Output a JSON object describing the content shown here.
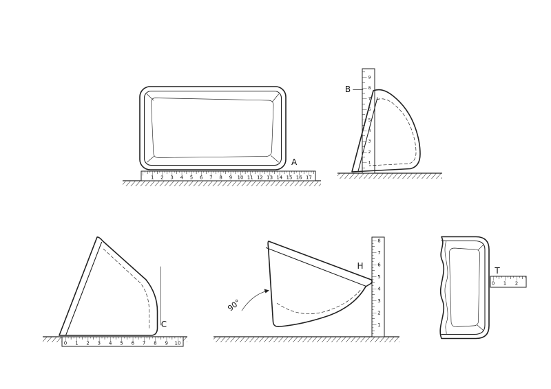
{
  "figure": {
    "labels": {
      "a": "A",
      "b": "B",
      "c": "C",
      "h": "H",
      "t": "T",
      "angle": "90°"
    },
    "rulers": {
      "a": {
        "numbers": [
          "1",
          "2",
          "3",
          "4",
          "5",
          "6",
          "7",
          "8",
          "9",
          "10",
          "11",
          "12",
          "13",
          "14",
          "15",
          "16",
          "17"
        ]
      },
      "b": {
        "numbers": [
          "9",
          "8",
          "7",
          "6",
          "5",
          "4",
          "3",
          "2",
          "1"
        ]
      },
      "c": {
        "numbers": [
          "0",
          "1",
          "2",
          "3",
          "4",
          "5",
          "6",
          "7",
          "8",
          "9",
          "10"
        ]
      },
      "h": {
        "numbers": [
          "8",
          "7",
          "6",
          "5",
          "4",
          "3",
          "2",
          "1"
        ]
      },
      "t": {
        "numbers": [
          "0",
          "1",
          "2"
        ]
      }
    }
  }
}
